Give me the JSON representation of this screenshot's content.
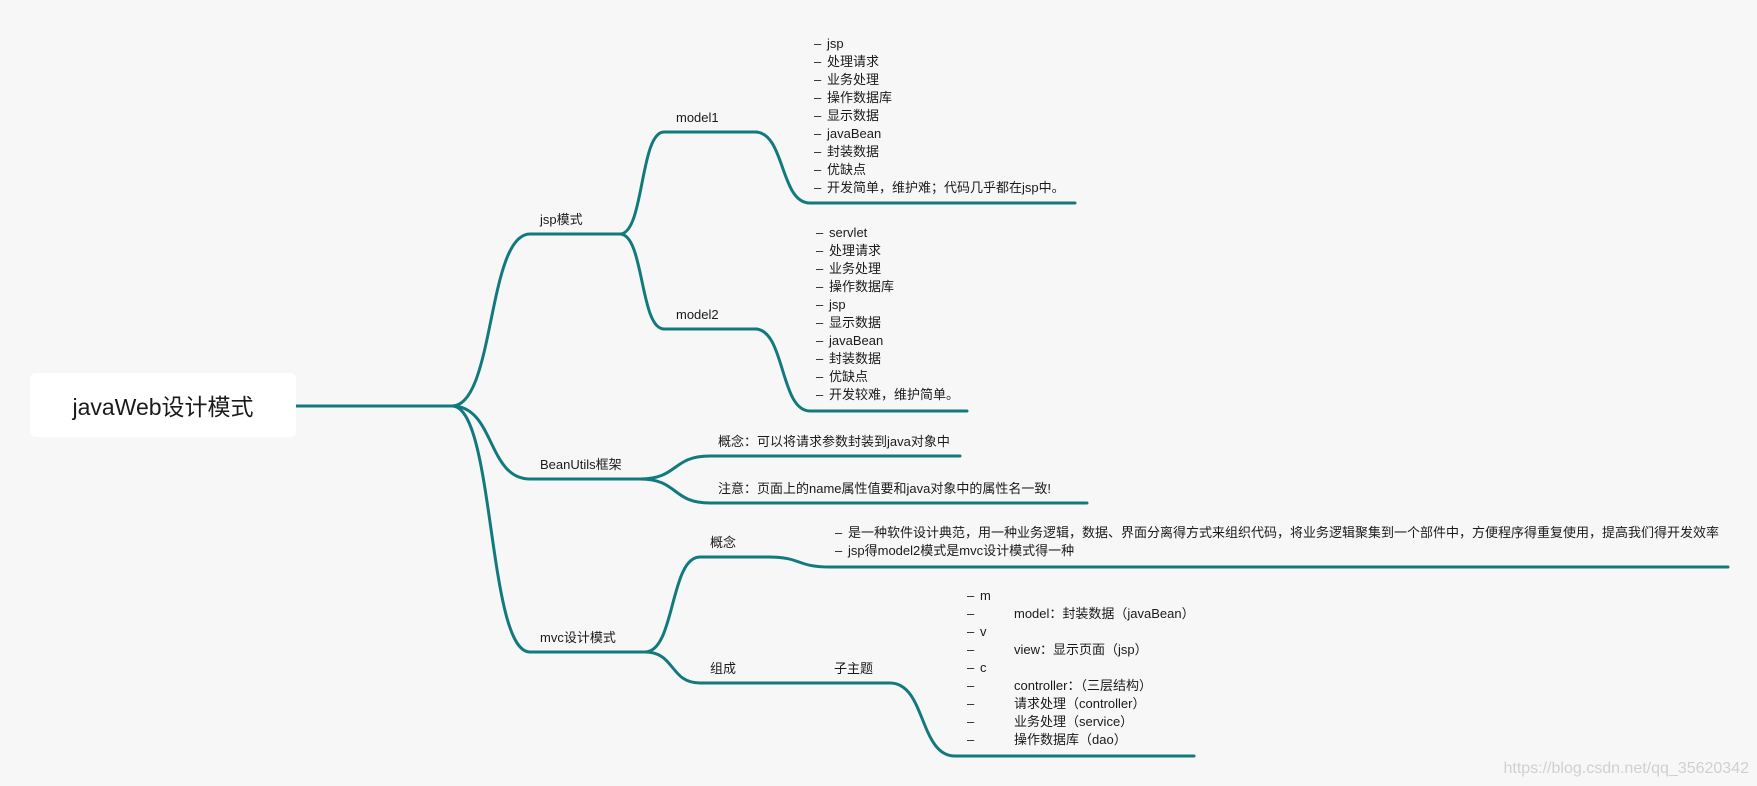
{
  "root": {
    "label": "javaWeb设计模式"
  },
  "jsp": {
    "label": "jsp模式",
    "model1": {
      "label": "model1",
      "items": [
        "jsp",
        "处理请求",
        "业务处理",
        "操作数据库",
        "显示数据",
        "javaBean",
        "封装数据",
        "优缺点",
        "开发简单，维护难；代码几乎都在jsp中。"
      ]
    },
    "model2": {
      "label": "model2",
      "items": [
        "servlet",
        "处理请求",
        "业务处理",
        "操作数据库",
        "jsp",
        "显示数据",
        "javaBean",
        "封装数据",
        "优缺点",
        "开发较难，维护简单。"
      ]
    }
  },
  "beanutils": {
    "label": "BeanUtils框架",
    "concept": "概念：可以将请求参数封装到java对象中",
    "note": "注意：页面上的name属性值要和java对象中的属性名一致!"
  },
  "mvc": {
    "label": "mvc设计模式",
    "concept": {
      "label": "概念",
      "items": [
        "是一种软件设计典范，用一种业务逻辑，数据、界面分离得方式来组织代码，将业务逻辑聚集到一个部件中，方便程序得重复使用，提高我们得开发效率",
        "jsp得model2模式是mvc设计模式得一种"
      ]
    },
    "composition": {
      "label": "组成",
      "subtopic": "子主题",
      "items": [
        {
          "text": "m",
          "indent": false
        },
        {
          "text": "model：封装数据（javaBean）",
          "indent": true
        },
        {
          "text": "v",
          "indent": false
        },
        {
          "text": "view：显示页面（jsp）",
          "indent": true
        },
        {
          "text": "c",
          "indent": false
        },
        {
          "text": "controller：（三层结构）",
          "indent": true
        },
        {
          "text": "请求处理（controller）",
          "indent": true
        },
        {
          "text": "业务处理（service）",
          "indent": true
        },
        {
          "text": "操作数据库（dao）",
          "indent": true
        }
      ]
    }
  },
  "watermark": "https://blog.csdn.net/qq_35620342",
  "colors": {
    "branch": "#127a7c",
    "background": "#f7f7f8"
  }
}
